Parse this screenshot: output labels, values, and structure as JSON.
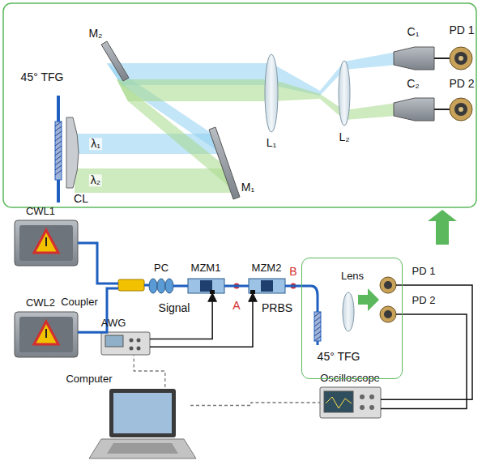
{
  "diagram": {
    "nodes": [
      {
        "text": [
          "CWL1"
        ]
      },
      {
        "text": [
          "CWL2"
        ]
      },
      {
        "text": [
          "Coupler"
        ]
      },
      {
        "text": [
          "PC"
        ]
      },
      {
        "text": [
          "MZM1"
        ]
      },
      {
        "text": [
          "MZM2"
        ]
      },
      {
        "text": [
          "AWG"
        ]
      },
      {
        "text": [
          "Oscilloscope"
        ]
      },
      {
        "text": [
          "Computer"
        ]
      },
      {
        "text": [
          "Lens",
          "PD 1",
          "PD 2"
        ]
      }
    ],
    "edges": [
      {
        "from": 0,
        "to": 2,
        "arrow": "none"
      },
      {
        "from": 1,
        "to": 2,
        "arrow": "none"
      },
      {
        "from": 2,
        "to": 3,
        "arrow": "none"
      },
      {
        "from": 3,
        "to": 4,
        "arrow": "none"
      },
      {
        "from": 4,
        "to": 5,
        "arrow": "none"
      },
      {
        "from": 5,
        "to": 9,
        "arrow": "none"
      },
      {
        "from": 6,
        "to": 4,
        "arrow": "to"
      },
      {
        "from": 6,
        "to": 5,
        "arrow": "to"
      },
      {
        "from": 8,
        "to": 6,
        "arrow": "none"
      },
      {
        "from": 8,
        "to": 7,
        "arrow": "none"
      },
      {
        "from": 9,
        "to": 7,
        "arrow": "none"
      },
      {
        "from": 9,
        "to": 7,
        "arrow": "none"
      }
    ],
    "labels": [
      "45° TFG",
      "CL",
      "λ₁",
      "λ₂",
      "M₂",
      "M₁",
      "L₁",
      "L₂",
      "C₁",
      "C₂",
      "PD 1",
      "PD 2",
      "Signal",
      "A",
      "PRBS",
      "B",
      "45° TFG"
    ]
  }
}
